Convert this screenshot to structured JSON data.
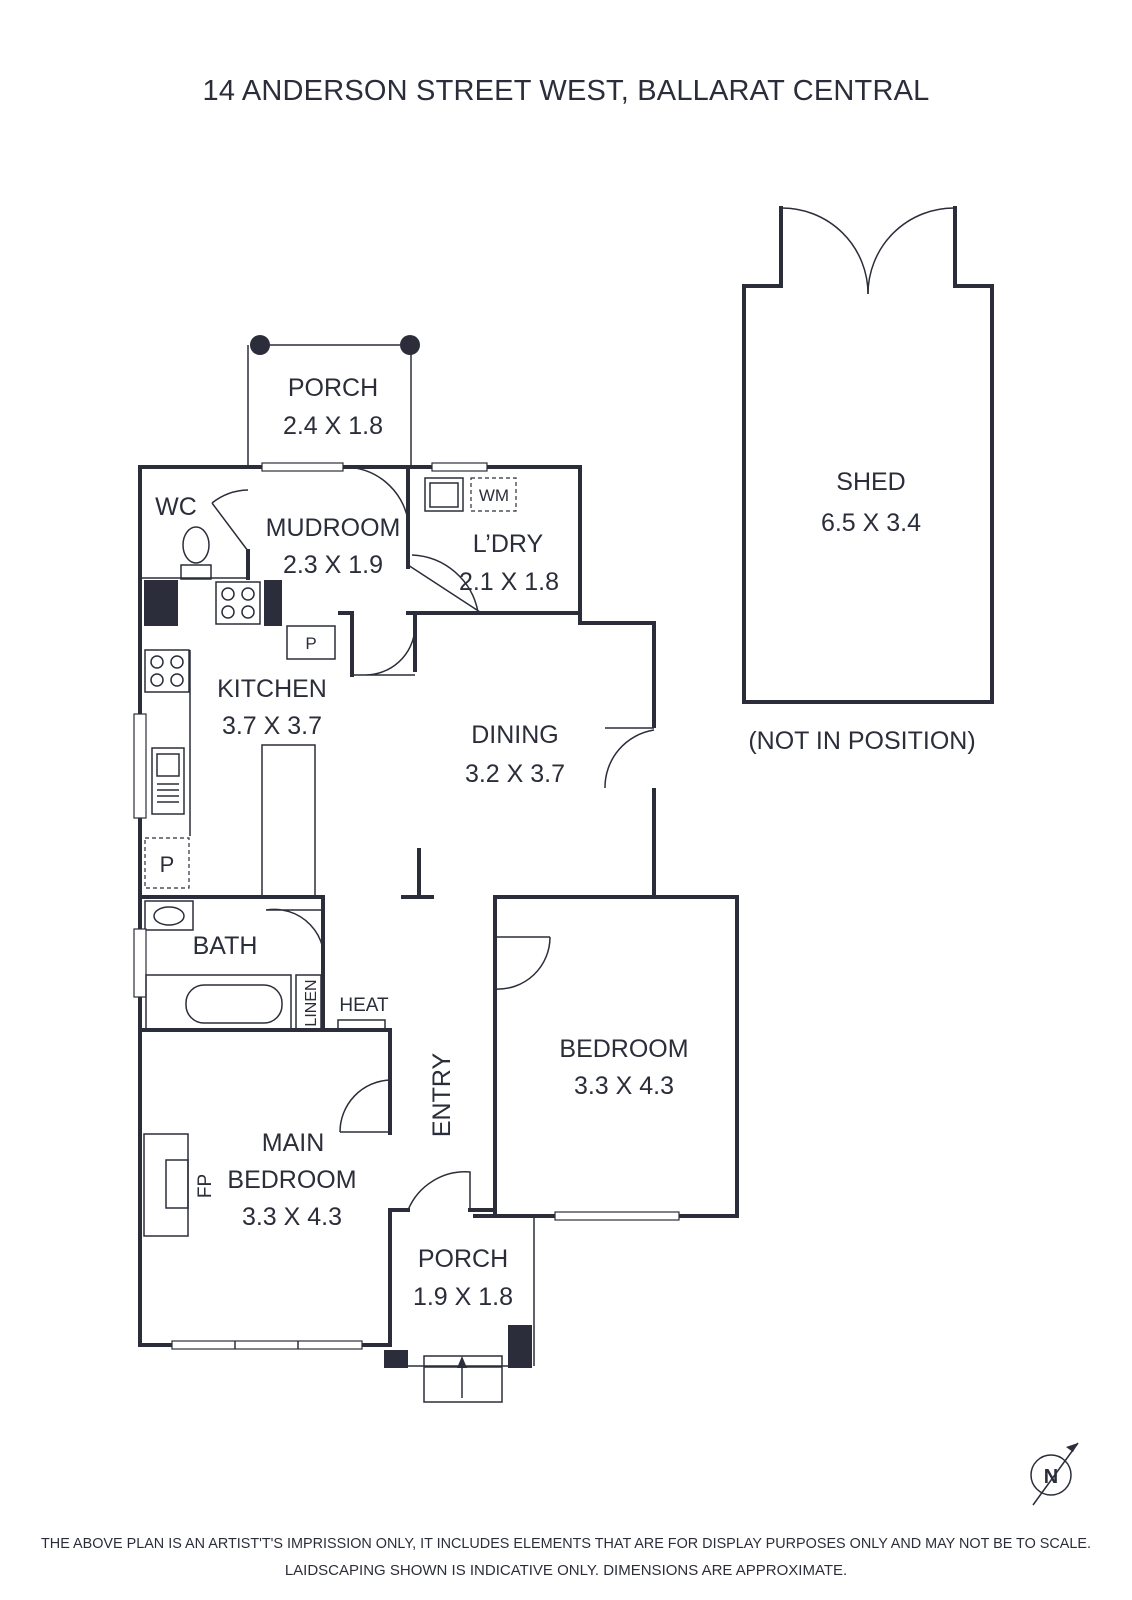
{
  "title": "14 ANDERSON STREET WEST, BALLARAT CENTRAL",
  "rooms": {
    "porch_rear": {
      "name": "PORCH",
      "dims": "2.4 X 1.8"
    },
    "wc": {
      "name": "WC"
    },
    "mudroom": {
      "name": "MUDROOM",
      "dims": "2.3 X 1.9"
    },
    "laundry": {
      "name": "L’DRY",
      "dims": "2.1 X 1.8"
    },
    "kitchen": {
      "name": "KITCHEN",
      "dims": "3.7 X 3.7"
    },
    "dining": {
      "name": "DINING",
      "dims": "3.2 X 3.7"
    },
    "bath": {
      "name": "BATH"
    },
    "bedroom": {
      "name": "BEDROOM",
      "dims": "3.3 X 4.3"
    },
    "main_bedroom": {
      "name_line1": "MAIN",
      "name_line2": "BEDROOM",
      "dims": "3.3 X 4.3"
    },
    "entry": {
      "name": "ENTRY"
    },
    "porch_front": {
      "name": "PORCH",
      "dims": "1.9 X 1.8"
    },
    "shed": {
      "name": "SHED",
      "dims": "6.5 X 3.4",
      "note": "(NOT IN POSITION)"
    }
  },
  "fixtures": {
    "wm": "WM",
    "pantry_1": "P",
    "pantry_2": "P",
    "linen": "LINEN",
    "heat": "HEAT",
    "fp": "FP"
  },
  "compass": {
    "label": "N"
  },
  "disclaimer": {
    "line1": "THE ABOVE PLAN IS AN ARTIST'T'S IMPRISSION ONLY, IT INCLUDES ELEMENTS THAT ARE FOR DISPLAY PURPOSES ONLY AND MAY NOT BE TO SCALE.",
    "line2": "LAIDSCAPING SHOWN IS INDICATIVE ONLY. DIMENSIONS ARE APPROXIMATE."
  }
}
